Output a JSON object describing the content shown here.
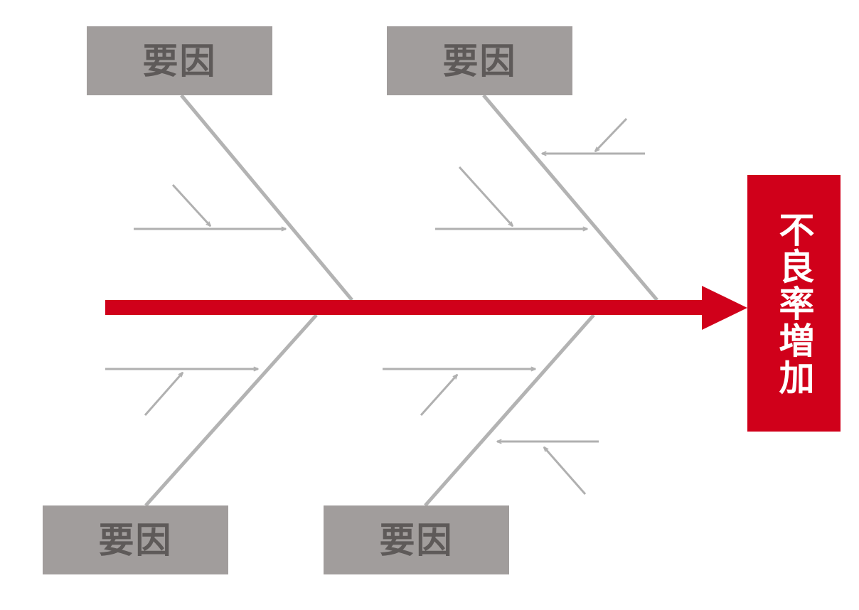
{
  "effect": {
    "label": "不良率増加",
    "color": "#d0001a"
  },
  "causes": {
    "top_left": "要因",
    "top_right": "要因",
    "bottom_left": "要因",
    "bottom_right": "要因"
  },
  "colors": {
    "cause_box": "#a19d9c",
    "cause_text": "#5e5a59",
    "bone": "#b3b3b3",
    "sub_arrow": "#b0b0b0",
    "spine": "#d0001a"
  }
}
